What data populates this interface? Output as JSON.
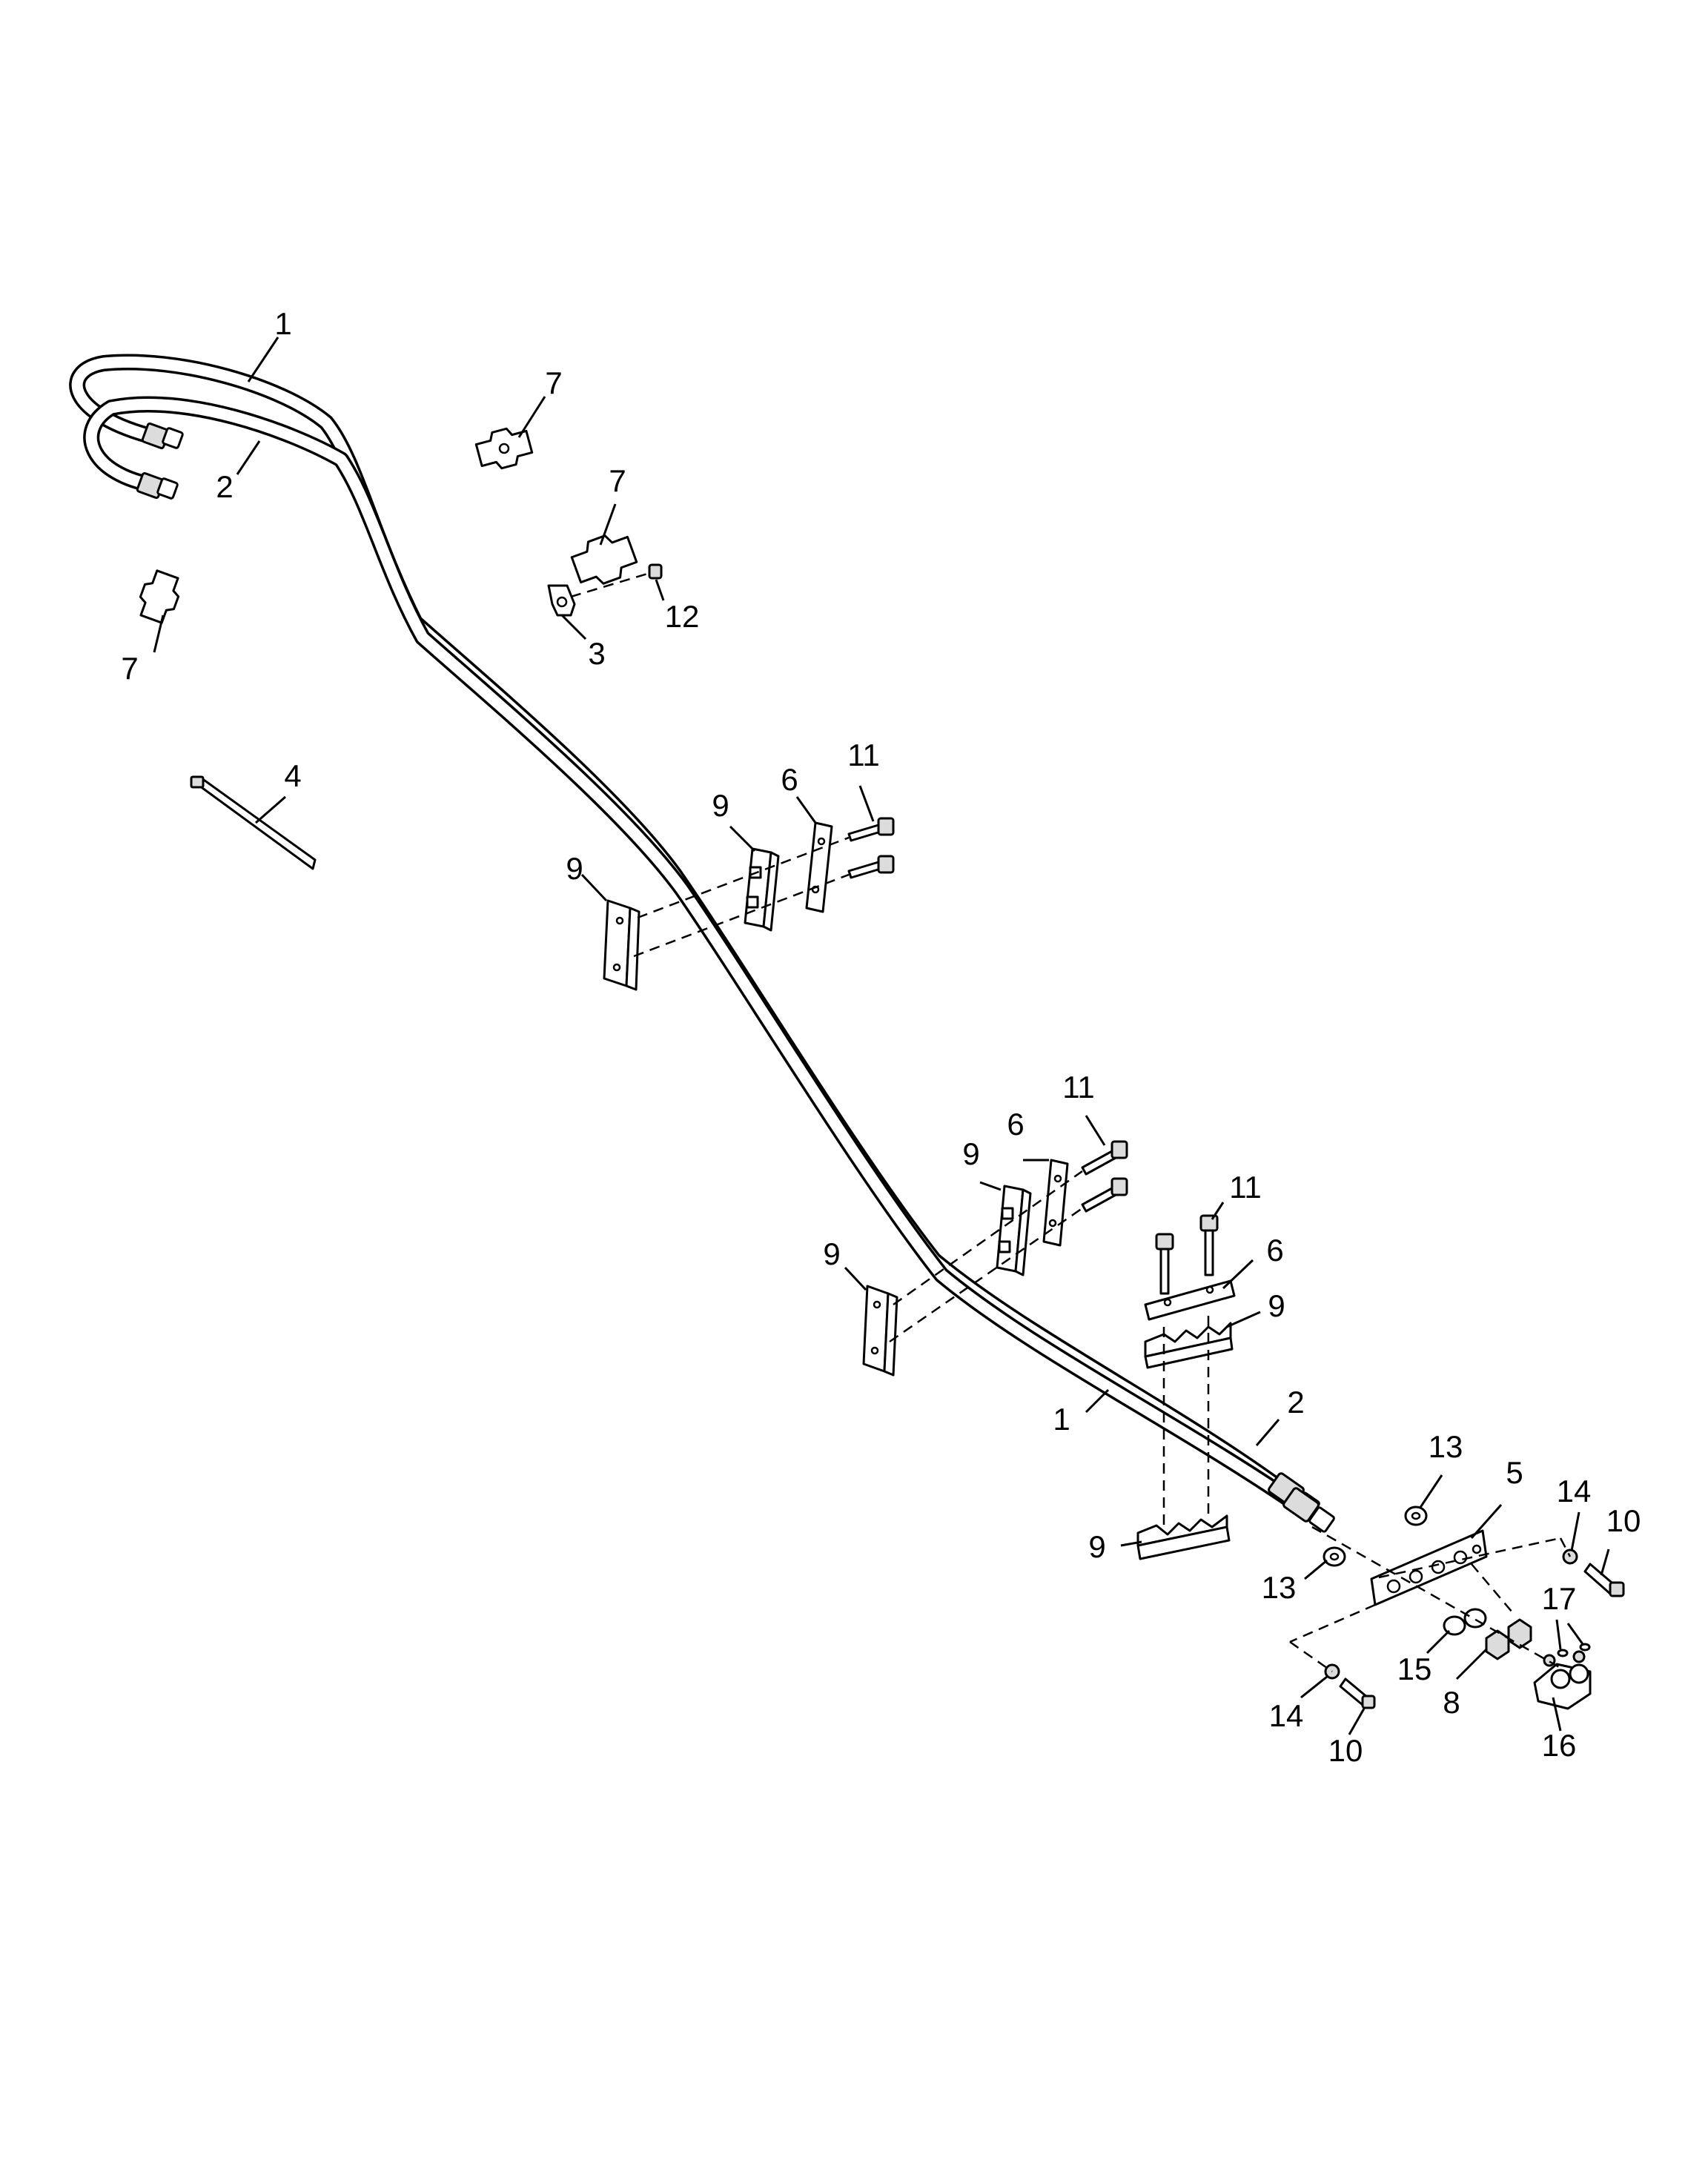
{
  "callouts": [
    {
      "id": "c1a",
      "text": "1"
    },
    {
      "id": "c2a",
      "text": "2"
    },
    {
      "id": "c7a",
      "text": "7"
    },
    {
      "id": "c7b",
      "text": "7"
    },
    {
      "id": "c7c",
      "text": "7"
    },
    {
      "id": "c12",
      "text": "12"
    },
    {
      "id": "c3",
      "text": "3"
    },
    {
      "id": "c4",
      "text": "4"
    },
    {
      "id": "c11a",
      "text": "11"
    },
    {
      "id": "c9a",
      "text": "9"
    },
    {
      "id": "c6a",
      "text": "6"
    },
    {
      "id": "c9b",
      "text": "9"
    },
    {
      "id": "c11b",
      "text": "11"
    },
    {
      "id": "c6b",
      "text": "6"
    },
    {
      "id": "c9c",
      "text": "9"
    },
    {
      "id": "c11c",
      "text": "11"
    },
    {
      "id": "c6c",
      "text": "6"
    },
    {
      "id": "c9d",
      "text": "9"
    },
    {
      "id": "c9e",
      "text": "9"
    },
    {
      "id": "c1b",
      "text": "1"
    },
    {
      "id": "c2b",
      "text": "2"
    },
    {
      "id": "c13a",
      "text": "13"
    },
    {
      "id": "c5",
      "text": "5"
    },
    {
      "id": "c14a",
      "text": "14"
    },
    {
      "id": "c10a",
      "text": "10"
    },
    {
      "id": "c9f",
      "text": "9"
    },
    {
      "id": "c13b",
      "text": "13"
    },
    {
      "id": "c17",
      "text": "17"
    },
    {
      "id": "c15",
      "text": "15"
    },
    {
      "id": "c8",
      "text": "8"
    },
    {
      "id": "c14b",
      "text": "14"
    },
    {
      "id": "c10b",
      "text": "10"
    },
    {
      "id": "c16",
      "text": "16"
    }
  ]
}
